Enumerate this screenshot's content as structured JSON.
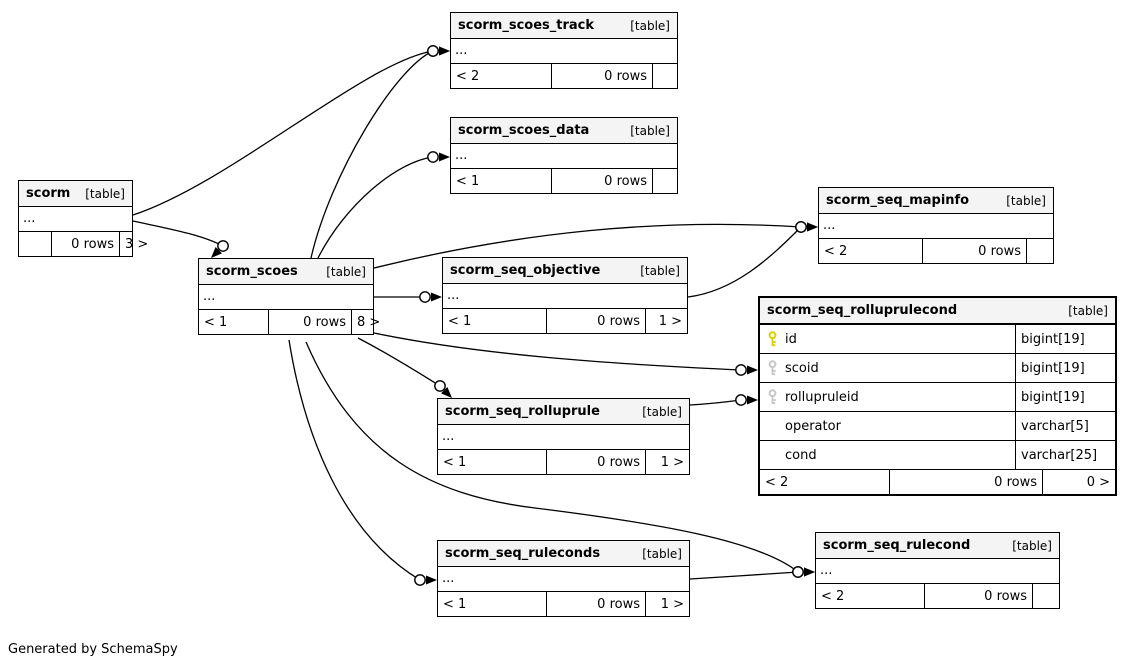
{
  "app": {
    "generator_note": "Generated by SchemaSpy"
  },
  "diagram": {
    "colors": {
      "header_bg": "#f4f4f4",
      "line": "#000000",
      "primary_key": "#ddcf02",
      "foreign_key": "#c6c6c6"
    },
    "tables": [
      {
        "id": "scorm",
        "name": "scorm",
        "tag": "[table]",
        "collapsed_columns": "...",
        "footer": {
          "left": "",
          "center": "0 rows",
          "right": "3 >"
        },
        "emphasis": false
      },
      {
        "id": "scorm_scoes_track",
        "name": "scorm_scoes_track",
        "tag": "[table]",
        "collapsed_columns": "...",
        "footer": {
          "left": "< 2",
          "center": "0 rows",
          "right": ""
        },
        "emphasis": false
      },
      {
        "id": "scorm_scoes_data",
        "name": "scorm_scoes_data",
        "tag": "[table]",
        "collapsed_columns": "...",
        "footer": {
          "left": "< 1",
          "center": "0 rows",
          "right": ""
        },
        "emphasis": false
      },
      {
        "id": "scorm_seq_mapinfo",
        "name": "scorm_seq_mapinfo",
        "tag": "[table]",
        "collapsed_columns": "...",
        "footer": {
          "left": "< 2",
          "center": "0 rows",
          "right": ""
        },
        "emphasis": false
      },
      {
        "id": "scorm_scoes",
        "name": "scorm_scoes",
        "tag": "[table]",
        "collapsed_columns": "...",
        "footer": {
          "left": "< 1",
          "center": "0 rows",
          "right": "8 >"
        },
        "emphasis": false
      },
      {
        "id": "scorm_seq_objective",
        "name": "scorm_seq_objective",
        "tag": "[table]",
        "collapsed_columns": "...",
        "footer": {
          "left": "< 1",
          "center": "0 rows",
          "right": "1 >"
        },
        "emphasis": false
      },
      {
        "id": "scorm_seq_rolluprulecond",
        "name": "scorm_seq_rolluprulecond",
        "tag": "[table]",
        "columns": [
          {
            "name": "id",
            "type": "bigint[19]",
            "key": "primary"
          },
          {
            "name": "scoid",
            "type": "bigint[19]",
            "key": "foreign"
          },
          {
            "name": "rollupruleid",
            "type": "bigint[19]",
            "key": "foreign"
          },
          {
            "name": "operator",
            "type": "varchar[5]",
            "key": null
          },
          {
            "name": "cond",
            "type": "varchar[25]",
            "key": null
          }
        ],
        "footer": {
          "left": "< 2",
          "center": "0 rows",
          "right": "0 >"
        },
        "emphasis": true
      },
      {
        "id": "scorm_seq_rolluprule",
        "name": "scorm_seq_rolluprule",
        "tag": "[table]",
        "collapsed_columns": "...",
        "footer": {
          "left": "< 1",
          "center": "0 rows",
          "right": "1 >"
        },
        "emphasis": false
      },
      {
        "id": "scorm_seq_ruleconds",
        "name": "scorm_seq_ruleconds",
        "tag": "[table]",
        "collapsed_columns": "...",
        "footer": {
          "left": "< 1",
          "center": "0 rows",
          "right": "1 >"
        },
        "emphasis": false
      },
      {
        "id": "scorm_seq_rulecond",
        "name": "scorm_seq_rulecond",
        "tag": "[table]",
        "collapsed_columns": "...",
        "footer": {
          "left": "< 2",
          "center": "0 rows",
          "right": ""
        },
        "emphasis": false
      }
    ],
    "relationships": [
      {
        "from": "scorm",
        "to": "scorm_scoes_track"
      },
      {
        "from": "scorm",
        "to": "scorm_scoes"
      },
      {
        "from": "scorm_scoes",
        "to": "scorm_scoes_track"
      },
      {
        "from": "scorm_scoes",
        "to": "scorm_scoes_data"
      },
      {
        "from": "scorm_scoes",
        "to": "scorm_seq_mapinfo"
      },
      {
        "from": "scorm_scoes",
        "to": "scorm_seq_objective"
      },
      {
        "from": "scorm_scoes",
        "to": "scorm_seq_rolluprulecond",
        "to_column": "scoid"
      },
      {
        "from": "scorm_seq_rolluprule",
        "to": "scorm_seq_rolluprulecond",
        "to_column": "rollupruleid"
      },
      {
        "from": "scorm_scoes",
        "to": "scorm_seq_rolluprule"
      },
      {
        "from": "scorm_scoes",
        "to": "scorm_seq_ruleconds"
      },
      {
        "from": "scorm_scoes",
        "to": "scorm_seq_rulecond"
      },
      {
        "from": "scorm_seq_ruleconds",
        "to": "scorm_seq_rulecond"
      },
      {
        "from": "scorm_seq_objective",
        "to": "scorm_seq_mapinfo"
      }
    ]
  }
}
